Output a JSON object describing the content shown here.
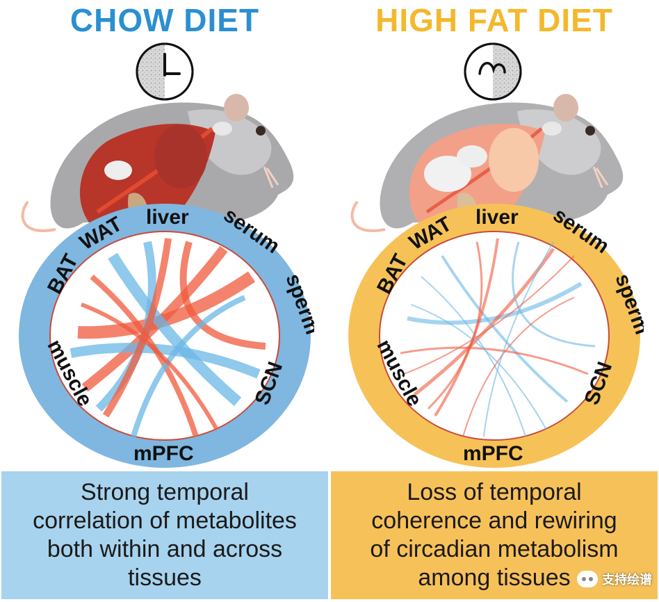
{
  "colors": {
    "chow_accent": "#2b8fd1",
    "hfd_accent": "#f4b82c",
    "chow_ring": "#7fb7e0",
    "hfd_ring": "#f6c257",
    "link_red": "#f05a3c",
    "link_blue": "#6ab7e6"
  },
  "panels": [
    {
      "id": "chow",
      "title": "CHOW DIET",
      "icon": "clock-icon",
      "caption": "Strong temporal\ncorrelation of metabolites\nboth within and across\ntissues",
      "tissues": [
        "BAT",
        "WAT",
        "liver",
        "serum",
        "sperm",
        "SCN",
        "mPFC",
        "muscle"
      ]
    },
    {
      "id": "hfd",
      "title": "HIGH FAT DIET",
      "icon": "disrupted-clock-icon",
      "caption": "Loss of temporal\ncoherence and rewiring\nof circadian metabolism\namong tissues",
      "tissues": [
        "BAT",
        "WAT",
        "liver",
        "serum",
        "sperm",
        "SCN",
        "mPFC",
        "muscle"
      ]
    }
  ],
  "watermark": {
    "text": "支持绘谱",
    "icon": "wechat-icon"
  }
}
